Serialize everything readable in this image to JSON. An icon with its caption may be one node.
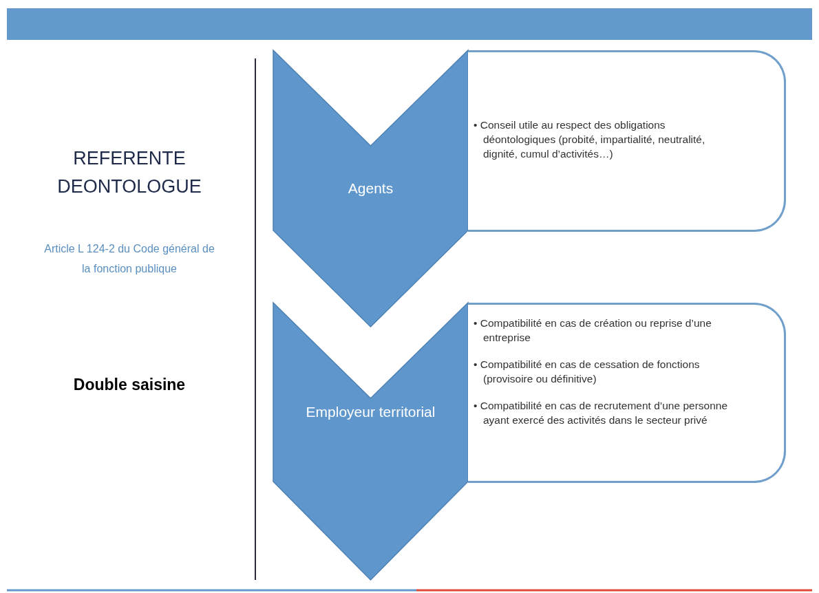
{
  "diagram": {
    "nodes": [
      {
        "text": [
          "Agents"
        ]
      },
      {
        "text": [
          "• Conseil utile au respect des obligations déontologiques (probité, impartialité, neutralité, dignité, cumul d’activités…)"
        ]
      },
      {
        "text": [
          "Employeur territorial"
        ]
      },
      {
        "text": [
          "• Compatibilité en cas de création ou reprise d’une entreprise",
          "• Compatibilité en cas de cessation de fonctions (provisoire ou définitive)",
          "• Compatibilité en cas de recrutement d’une personne ayant exercé des activités dans le secteur privé"
        ]
      }
    ],
    "labels": [
      "REFERENTE DEONTOLOGUE",
      "Article L 124-2 du Code général de la fonction publique",
      "Double saisine"
    ]
  }
}
